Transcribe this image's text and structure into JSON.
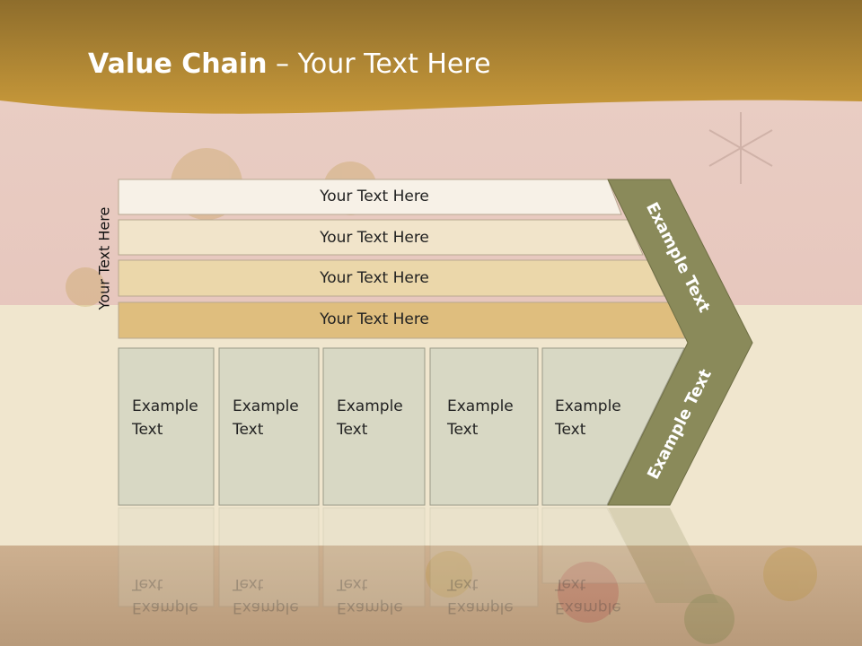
{
  "header": {
    "title_bold": "Value Chain",
    "title_rest": " – Your Text Here"
  },
  "side_label": "Your Text Here",
  "rows": [
    {
      "label": "Your Text Here",
      "fill": "#f7f1e7"
    },
    {
      "label": "Your Text Here",
      "fill": "#f1e4ca"
    },
    {
      "label": "Your Text Here",
      "fill": "#ebd7aa"
    },
    {
      "label": "Your Text Here",
      "fill": "#dfbe7e"
    }
  ],
  "columns": [
    {
      "line1": "Example",
      "line2": "Text"
    },
    {
      "line1": "Example",
      "line2": "Text"
    },
    {
      "line1": "Example",
      "line2": "Text"
    },
    {
      "line1": "Example",
      "line2": "Text"
    },
    {
      "line1": "Example",
      "line2": "Text"
    }
  ],
  "chevron": {
    "upper_text": "Example Text",
    "lower_text": "Example Text",
    "fill": "#8a8a5a"
  },
  "colors": {
    "header_band": "#c0963a",
    "column_fill": "#d8d8c4",
    "pink_band": "#e8c4bc",
    "cream_band": "#efe4cc"
  }
}
